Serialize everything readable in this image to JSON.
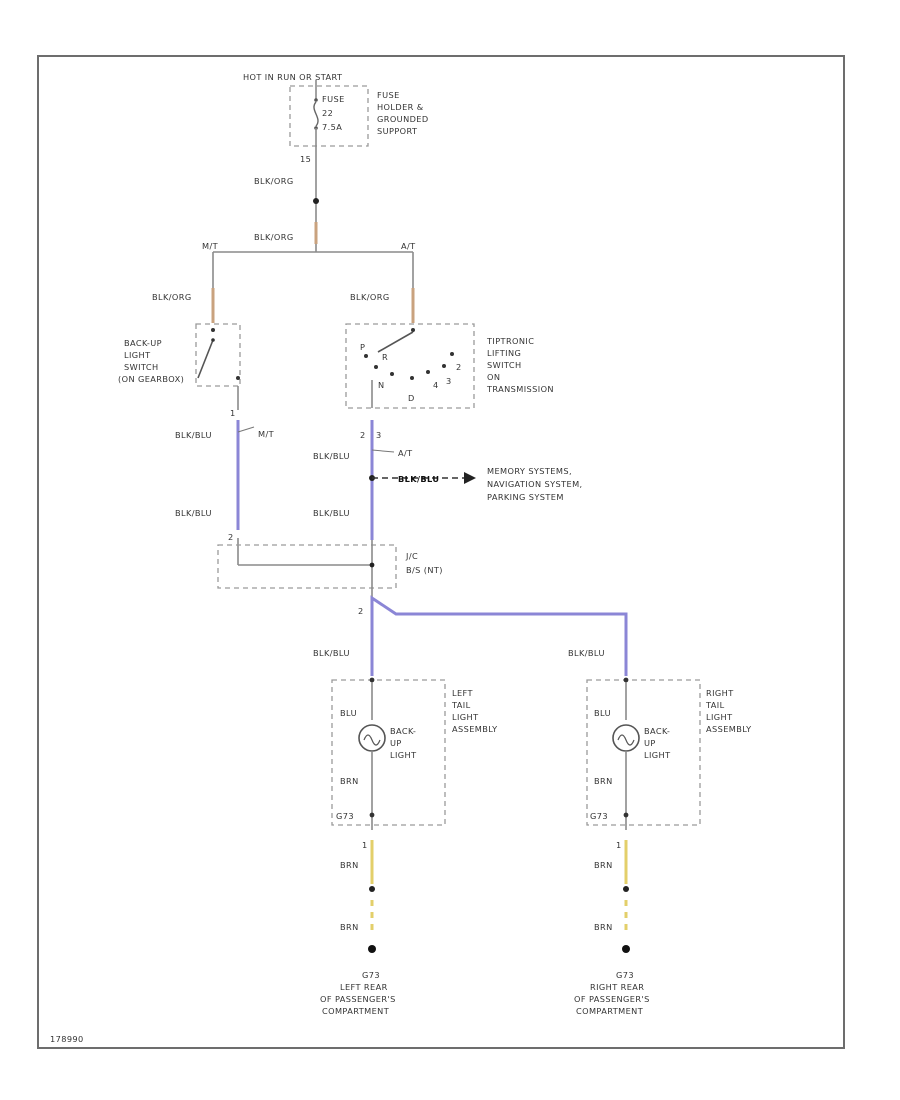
{
  "colors": {
    "blue_wire": "#8b86d6",
    "tan_wire": "#c9a27e",
    "yellow_wire": "#e3cf6a",
    "frame": "#6d6d6d"
  },
  "header": {
    "power_source": "HOT IN RUN OR START",
    "fuse": [
      "FUSE",
      "22",
      "7.5A"
    ],
    "fuse_box": [
      "FUSE",
      "HOLDER &",
      "GROUNDED",
      "SUPPORT"
    ],
    "fuse_pin": "15"
  },
  "wires": {
    "blk_org": "BLK/ORG",
    "blk_blu": "BLK/BLU",
    "blu": "BLU",
    "brn": "BRN"
  },
  "branches": {
    "mt": "M/T",
    "at": "A/T"
  },
  "backup_switch": [
    "BACK-UP",
    "LIGHT",
    "SWITCH",
    "(ON GEARBOX)"
  ],
  "tiptronic_switch": [
    "TIPTRONIC",
    "LIFTING",
    "SWITCH",
    "ON",
    "TRANSMISSION"
  ],
  "gear_letters": [
    "P",
    "R",
    "N",
    "D",
    "4",
    "3",
    "2"
  ],
  "pins": {
    "p1": "1",
    "p2": "2",
    "p3": "3"
  },
  "memory_ref": {
    "wire": "BLK/BLU",
    "systems": [
      "MEMORY SYSTEMS,",
      "NAVIGATION SYSTEM,",
      "PARKING SYSTEM"
    ]
  },
  "splice": [
    "J/C",
    "B/S (NT)"
  ],
  "left_tail": {
    "title": [
      "LEFT",
      "TAIL",
      "LIGHT",
      "ASSEMBLY"
    ],
    "bulb": [
      "BACK-",
      "UP",
      "LIGHT"
    ]
  },
  "right_tail": {
    "title": [
      "RIGHT",
      "TAIL",
      "LIGHT",
      "ASSEMBLY"
    ],
    "bulb": [
      "BACK-",
      "UP",
      "LIGHT"
    ]
  },
  "grounds": {
    "left": [
      "G73",
      "LEFT REAR",
      "OF PASSENGER'S",
      "COMPARTMENT"
    ],
    "right": [
      "G73",
      "RIGHT REAR",
      "OF PASSENGER'S",
      "COMPARTMENT"
    ]
  },
  "footer": {
    "code": "178990"
  }
}
